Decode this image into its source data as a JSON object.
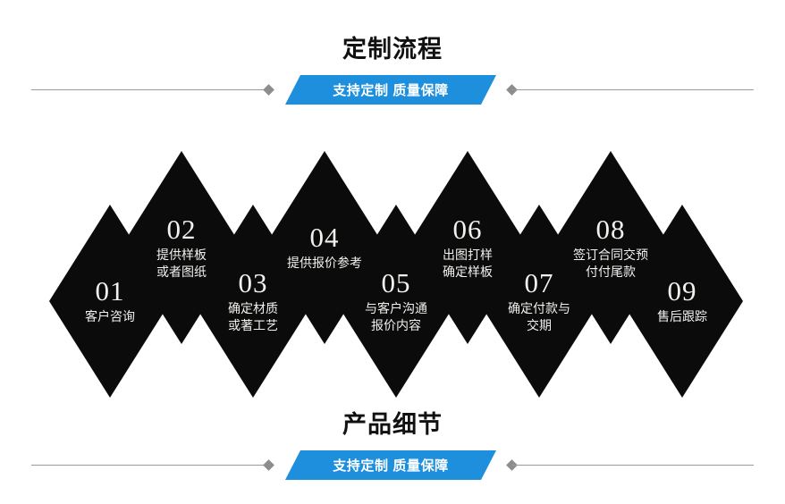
{
  "sections": {
    "top": {
      "title": "定制流程",
      "banner_text": "支持定制 质量保障"
    },
    "bottom": {
      "title": "产品细节",
      "banner_text": "支持定制 质量保障"
    }
  },
  "colors": {
    "banner_blue": "#1d8fdc",
    "diamond_black": "#0b0b0b",
    "title_black": "#111111",
    "rule_gray": "#9a9a9a",
    "text_white": "#f3f1ee"
  },
  "flow": {
    "steps": [
      {
        "number": "01",
        "lines": [
          "客户咨询"
        ],
        "position": "down"
      },
      {
        "number": "02",
        "lines": [
          "提供样板",
          "或者图纸"
        ],
        "position": "up"
      },
      {
        "number": "03",
        "lines": [
          "确定材质",
          "或著工艺"
        ],
        "position": "down"
      },
      {
        "number": "04",
        "lines": [
          "提供报价参考"
        ],
        "position": "up"
      },
      {
        "number": "05",
        "lines": [
          "与客户沟通",
          "报价内容"
        ],
        "position": "down"
      },
      {
        "number": "06",
        "lines": [
          "出图打样",
          "确定样板"
        ],
        "position": "up"
      },
      {
        "number": "07",
        "lines": [
          "确定付款与",
          "交期"
        ],
        "position": "down"
      },
      {
        "number": "08",
        "lines": [
          "签订合同交预",
          "付付尾款"
        ],
        "position": "up"
      },
      {
        "number": "09",
        "lines": [
          "售后跟踪"
        ],
        "position": "down"
      }
    ]
  }
}
